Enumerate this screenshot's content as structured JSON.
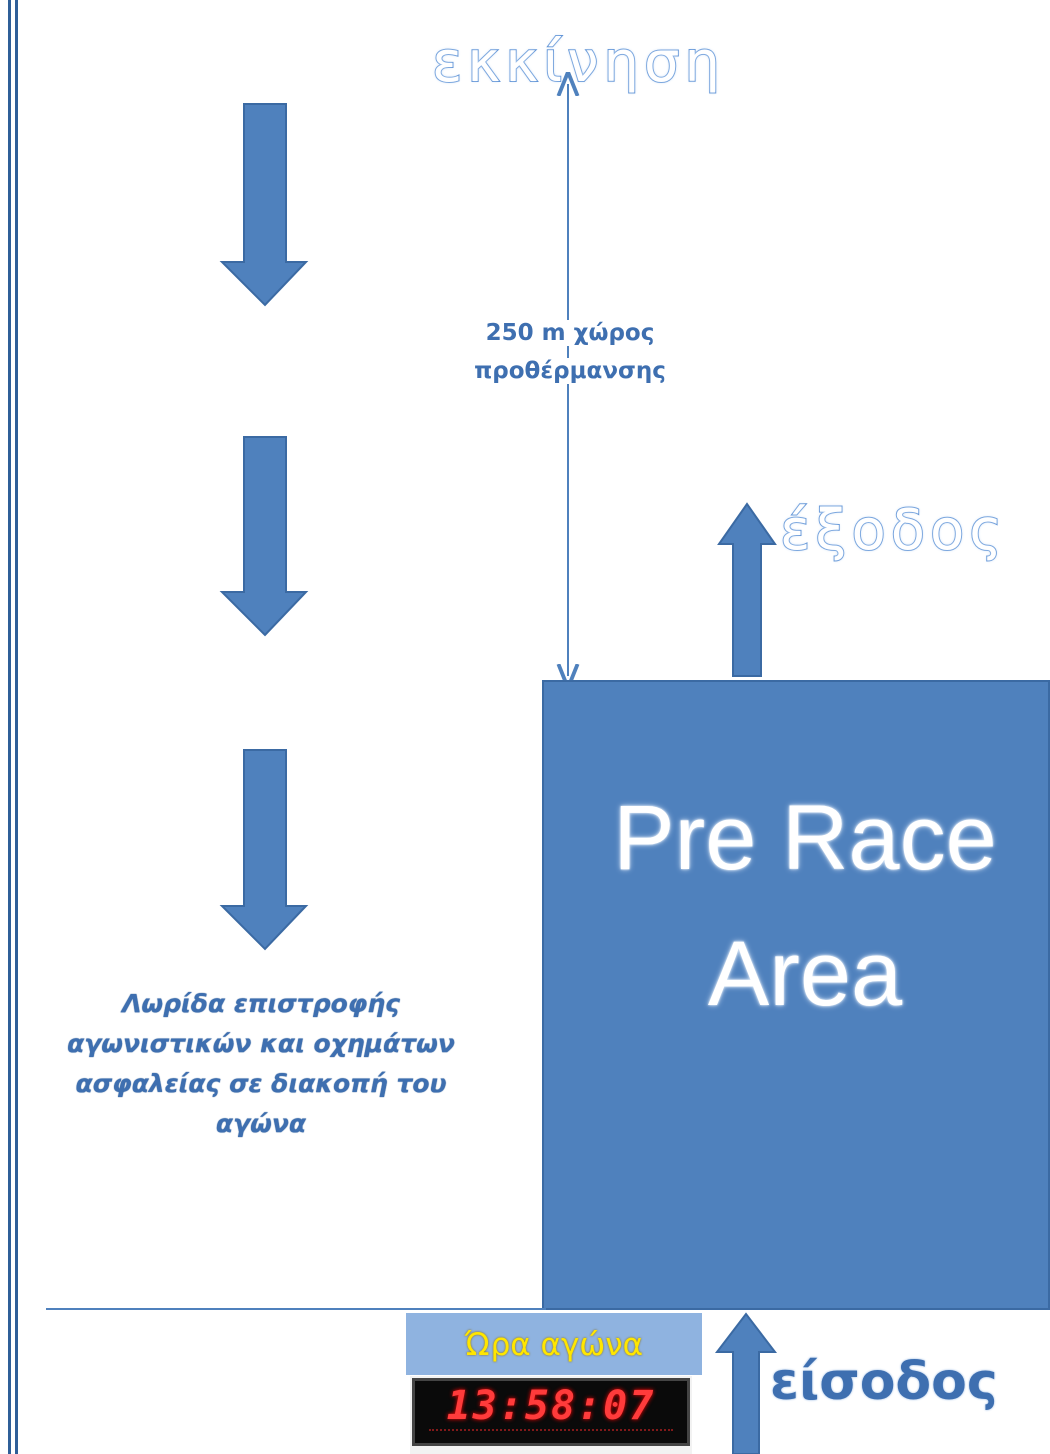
{
  "diagram": {
    "start_label": "εκκίνηση",
    "warmup": {
      "line1": "250 m χώρος",
      "line2": "προθέρμανσης"
    },
    "exit_label": "έξοδος",
    "pre_race_area": {
      "line1": "Pre Race",
      "line2": "Area"
    },
    "return_lane_label": "Λωρίδα επιστροφής αγωνιστικών και οχημάτων ασφαλείας σε διακοπή του αγώνα",
    "race_time_label": "Ώρα αγώνα",
    "race_clock": "13:58:07",
    "entry_label": "είσοδος"
  },
  "colors": {
    "arrow_fill": "#4f81bd",
    "arrow_stroke": "#3b6aa3",
    "text_blue": "#3e6fb0",
    "clock_digits": "#ff3b3b",
    "race_time_header_bg": "#8fb3e0",
    "race_time_header_text": "#ffe600"
  }
}
